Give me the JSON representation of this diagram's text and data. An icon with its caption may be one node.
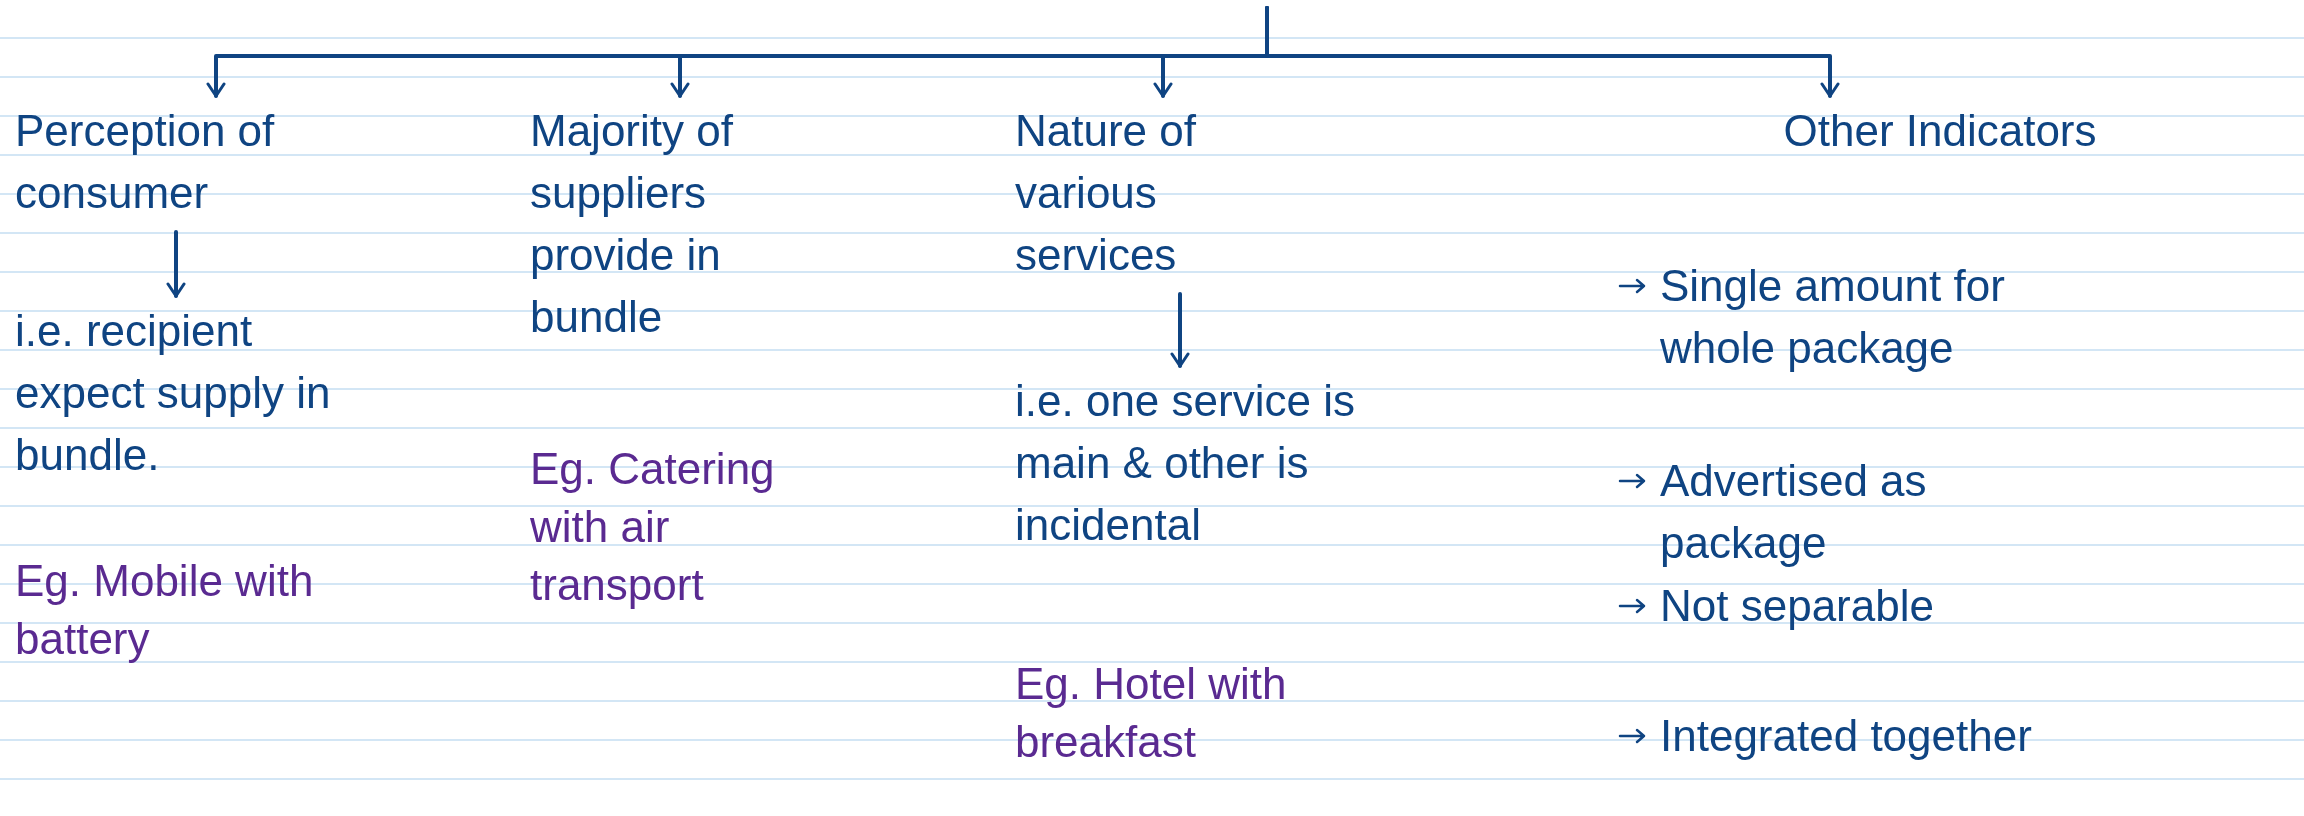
{
  "diagram": {
    "nodes": [
      {
        "text": [
          "Perception of consumer"
        ]
      },
      {
        "text": [
          "i.e. recipient expect supply in bundle."
        ],
        "beside": [
          "Eg. Mobile with battery"
        ]
      },
      {
        "text": [
          "Majority of suppliers provide in bundle"
        ],
        "beside": [
          "Eg. Catering with air transport"
        ]
      },
      {
        "text": [
          "Nature of various services"
        ]
      },
      {
        "text": [
          "i.e. one service is main & other is incidental"
        ],
        "beside": [
          "Eg. Hotel with breakfast"
        ]
      },
      {
        "text": [
          "Other Indicators"
        ]
      }
    ],
    "edges": [
      {
        "from": null,
        "to": 0,
        "arrow": "to"
      },
      {
        "from": null,
        "to": 2,
        "arrow": "to"
      },
      {
        "from": null,
        "to": 3,
        "arrow": "to"
      },
      {
        "from": null,
        "to": 5,
        "arrow": "to"
      },
      {
        "from": 0,
        "to": 1,
        "arrow": "to"
      },
      {
        "from": 3,
        "to": 4,
        "arrow": "to"
      }
    ],
    "labels": [
      "Single amount for whole package",
      "Advertised as package",
      "Not separable",
      "Integrated together"
    ]
  }
}
